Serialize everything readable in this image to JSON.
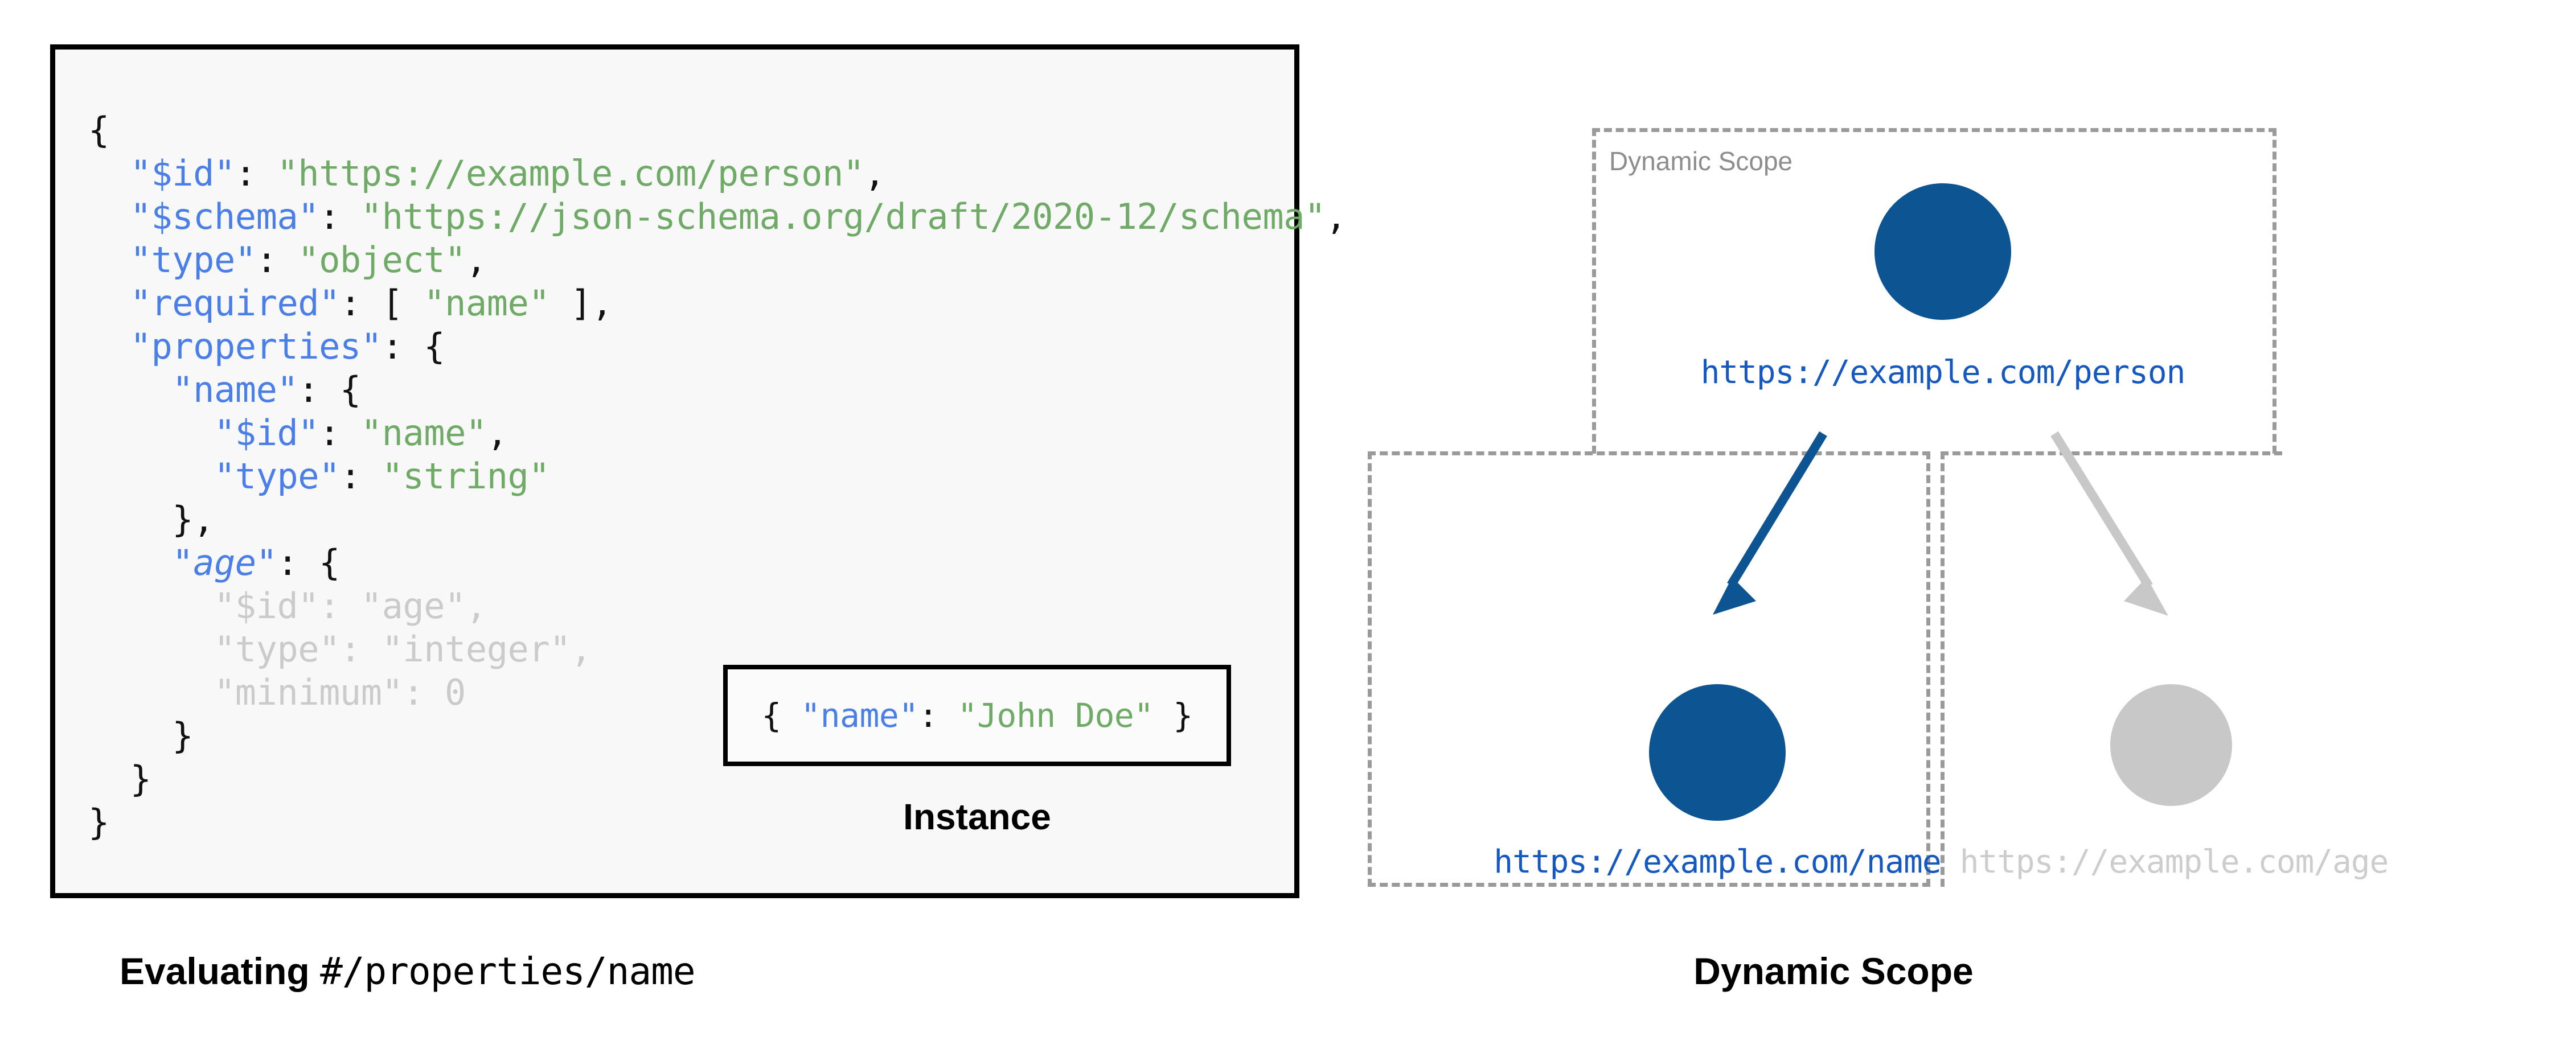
{
  "left_panel": {
    "schema_lines": [
      [
        {
          "t": "{",
          "c": "punc"
        }
      ],
      [
        {
          "t": "  ",
          "c": "punc"
        },
        {
          "t": "\"$id\"",
          "c": "key"
        },
        {
          "t": ": ",
          "c": "punc"
        },
        {
          "t": "\"https://example.com/person\"",
          "c": "str"
        },
        {
          "t": ",",
          "c": "punc"
        }
      ],
      [
        {
          "t": "  ",
          "c": "punc"
        },
        {
          "t": "\"$schema\"",
          "c": "key"
        },
        {
          "t": ": ",
          "c": "punc"
        },
        {
          "t": "\"https://json-schema.org/draft/2020-12/schema\"",
          "c": "str"
        },
        {
          "t": ",",
          "c": "punc"
        }
      ],
      [
        {
          "t": "  ",
          "c": "punc"
        },
        {
          "t": "\"type\"",
          "c": "key"
        },
        {
          "t": ": ",
          "c": "punc"
        },
        {
          "t": "\"object\"",
          "c": "str"
        },
        {
          "t": ",",
          "c": "punc"
        }
      ],
      [
        {
          "t": "  ",
          "c": "punc"
        },
        {
          "t": "\"required\"",
          "c": "key"
        },
        {
          "t": ": [ ",
          "c": "punc"
        },
        {
          "t": "\"name\"",
          "c": "str"
        },
        {
          "t": " ],",
          "c": "punc"
        }
      ],
      [
        {
          "t": "  ",
          "c": "punc"
        },
        {
          "t": "\"properties\"",
          "c": "key"
        },
        {
          "t": ": {",
          "c": "punc"
        }
      ],
      [
        {
          "t": "    ",
          "c": "punc"
        },
        {
          "t": "\"name\"",
          "c": "key"
        },
        {
          "t": ": {",
          "c": "punc"
        }
      ],
      [
        {
          "t": "      ",
          "c": "punc"
        },
        {
          "t": "\"$id\"",
          "c": "key"
        },
        {
          "t": ": ",
          "c": "punc"
        },
        {
          "t": "\"name\"",
          "c": "str"
        },
        {
          "t": ",",
          "c": "punc"
        }
      ],
      [
        {
          "t": "      ",
          "c": "punc"
        },
        {
          "t": "\"type\"",
          "c": "key"
        },
        {
          "t": ": ",
          "c": "punc"
        },
        {
          "t": "\"string\"",
          "c": "str"
        }
      ],
      [
        {
          "t": "    },",
          "c": "punc"
        }
      ],
      [
        {
          "t": "    ",
          "c": "punc"
        },
        {
          "t": "\"age\"",
          "c": "key-italic"
        },
        {
          "t": ": {",
          "c": "punc"
        }
      ],
      [
        {
          "t": "      \"$id\": \"age\",",
          "c": "dim"
        }
      ],
      [
        {
          "t": "      \"type\": \"integer\",",
          "c": "dim"
        }
      ],
      [
        {
          "t": "      \"minimum\": 0",
          "c": "dim"
        }
      ],
      [
        {
          "t": "    }",
          "c": "punc"
        }
      ],
      [
        {
          "t": "  }",
          "c": "punc"
        }
      ],
      [
        {
          "t": "}",
          "c": "punc"
        }
      ]
    ],
    "instance": {
      "code_parts": [
        {
          "t": "{ ",
          "c": "punc"
        },
        {
          "t": "\"name\"",
          "c": "key"
        },
        {
          "t": ": ",
          "c": "punc"
        },
        {
          "t": "\"John Doe\"",
          "c": "str"
        },
        {
          "t": " }",
          "c": "punc"
        }
      ],
      "label": "Instance"
    },
    "caption_bold": "Evaluating ",
    "caption_mono": "#/properties/name"
  },
  "right_panel": {
    "scope_label": "Dynamic Scope",
    "nodes": [
      {
        "id": "person",
        "label": "https://example.com/person",
        "color": "#0d5493",
        "state": "active"
      },
      {
        "id": "name",
        "label": "https://example.com/name",
        "color": "#0d5493",
        "state": "active"
      },
      {
        "id": "age",
        "label": "https://example.com/age",
        "color": "#c8c8c8",
        "state": "inactive"
      }
    ],
    "arrows": [
      {
        "id": "person-to-name",
        "color": "#0d5493"
      },
      {
        "id": "person-to-age",
        "color": "#c8c8c8"
      }
    ],
    "caption": "Dynamic Scope"
  },
  "colors": {
    "accent_blue": "#0d5493",
    "link_blue": "#1558c0",
    "key_blue": "#4a7fe8",
    "string_green": "#6faa66",
    "muted_grey": "#c8c8c8",
    "dashed_border": "#9a9a9a"
  }
}
